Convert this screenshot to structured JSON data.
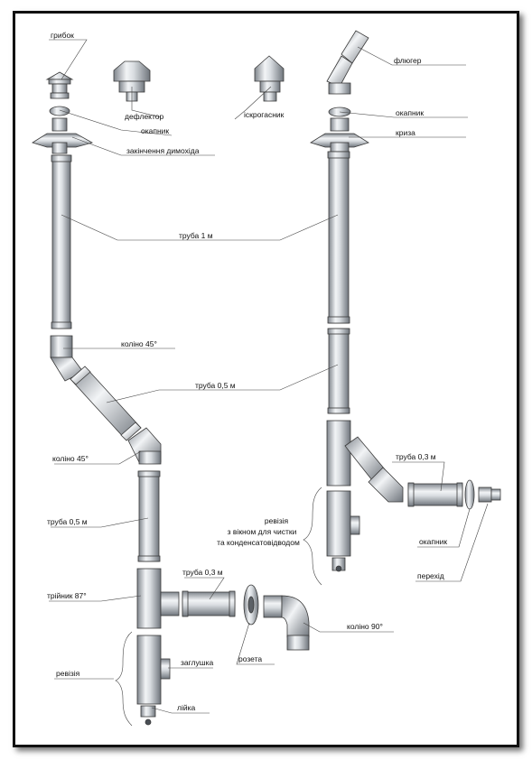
{
  "labels": {
    "grybok": "грибок",
    "deflektor": "дефлектор",
    "iskrogasnyk": "іскрогасник",
    "fluger": "флюгер",
    "okapnyk_top_left": "окапник",
    "okapnyk_top_right": "окапник",
    "zakinchennia": "закінчення димохіда",
    "kryza": "криза",
    "truba_1m": "труба 1 м",
    "kolino_45_top": "коліно 45°",
    "truba_05_mid": "труба 0,5 м",
    "kolino_45_bottom": "коліно 45°",
    "truba_05_left": "труба 0,5 м",
    "truba_03_right": "труба 0,3 м",
    "revizia_window_1": "ревізія",
    "revizia_window_2": "з вікном для чистки",
    "revizia_window_3": "та конденсатовідводом",
    "okapnyk_side": "окапник",
    "perekhid": "перехід",
    "truba_03_left": "труба 0,3 м",
    "triinyk_87": "трійник 87°",
    "kolino_90": "коліно 90°",
    "zaglushka": "заглушка",
    "rozeta": "розета",
    "revizia_left": "ревізія",
    "liika": "лійка"
  },
  "colors": {
    "metal_dark": "#8a8f95",
    "metal_light": "#eef0f2",
    "outline": "#3a3a3a",
    "leader": "#444444",
    "frame": "#111111"
  }
}
